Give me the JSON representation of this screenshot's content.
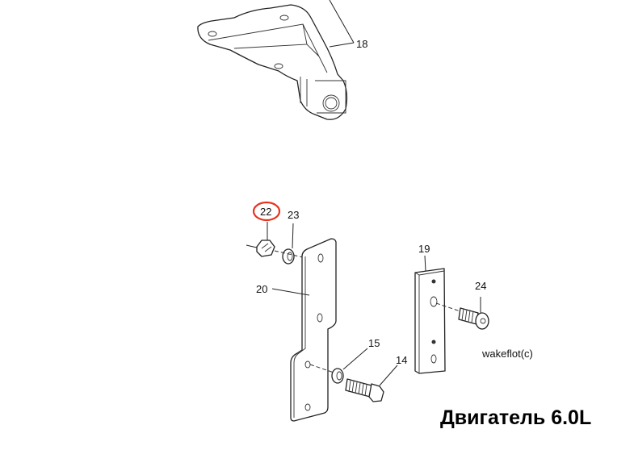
{
  "diagram": {
    "title": "Двигатель 6.0L",
    "watermark": "wakeflot(c)",
    "highlight_color": "#e8321e",
    "callouts": {
      "p18": "18",
      "p22": "22",
      "p23": "23",
      "p20": "20",
      "p19": "19",
      "p24": "24",
      "p15": "15",
      "p14": "14"
    },
    "highlighted_part": "22"
  }
}
